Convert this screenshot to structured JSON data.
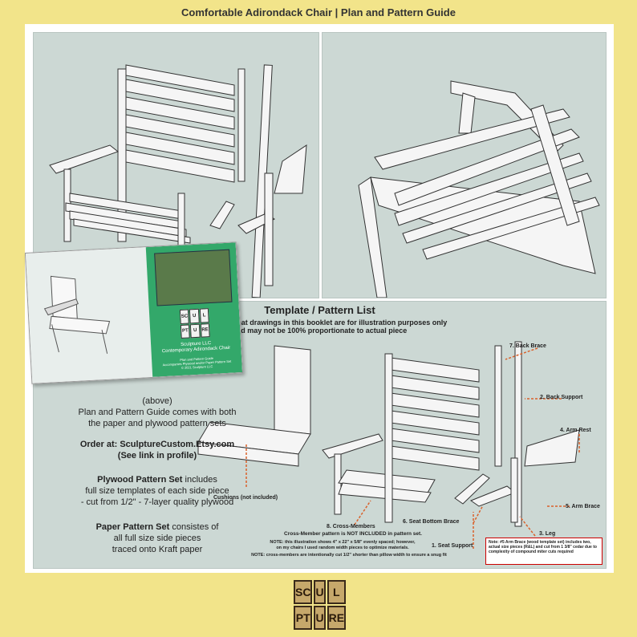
{
  "page_title": "Comfortable Adirondack Chair | Plan and Pattern Guide",
  "book": {
    "logo_letters": [
      "SC",
      "U",
      "L",
      "PT",
      "U",
      "RE"
    ],
    "title_lines": [
      "Sculpture LLC",
      "Contemporary Adirondack Chair"
    ],
    "sub_lines": [
      "Plan and Pattern Guide",
      "Accompanies Plywood and/or Paper Pattern Set",
      "© 2021 Sculpture LLC"
    ]
  },
  "left_text": {
    "above": "(above)",
    "desc_1": "Plan and Pattern Guide comes with both",
    "desc_2": "the paper and plywood pattern sets",
    "order_1": "Order at: SculptureCustom.Etsy.com",
    "order_2": "(See link in profile)",
    "plywood_bold": "Plywood Pattern Set",
    "plywood_rest": " includes",
    "plywood_2": "full size templates of each side piece",
    "plywood_3": "- cut from 1/2\" - 7-layer quality plywood",
    "paper_bold": "Paper Pattern Set",
    "paper_rest": " consistes of",
    "paper_2": "all full size side pieces",
    "paper_3": "traced onto Kraft paper"
  },
  "template": {
    "heading": "Template / Pattern List",
    "note_1": "Please note that drawings in this booklet are for illustration purposes only",
    "note_2": "and may not be 100% proportionate to actual piece",
    "labels": {
      "back_brace": "7. Back Brace",
      "back_support": "2. Back Support",
      "arm_rest": "4. Arm Rest",
      "arm_brace": "5. Arm Brace",
      "seat_bottom_brace": "6. Seat Bottom Brace",
      "leg": "3. Leg",
      "seat_support": "1. Seat Support",
      "cushions": "Cushions (not included)",
      "cross_members": "8. Cross-Members"
    },
    "cross_note": "Cross-Member pattern is NOT INCLUDED in pattern set.",
    "illus_note_1": "NOTE: this illustration shows 4\" x 22\" x 5/8\" evenly spaced; however,",
    "illus_note_2": "on my chairs I used random width pieces to optimize materials.",
    "cut_note": "NOTE: cross-members are intentionally cut 1/2\" shorter than pillow width to ensure a snug fit",
    "box_note": "Note: #5 Arm Brace (wood template set) includes two, actual size pieces (R&L) and cut from 1 3/8\" cedar due to complexity of compound miter cuts required"
  },
  "brand_logo": [
    "SC",
    "U",
    "L",
    "PT",
    "U",
    "RE"
  ],
  "colors": {
    "background": "#f2e48a",
    "panel": "#ccd8d4",
    "book_green": "#33a86a",
    "arrow": "#d9612b",
    "note_border": "#cc0000"
  }
}
